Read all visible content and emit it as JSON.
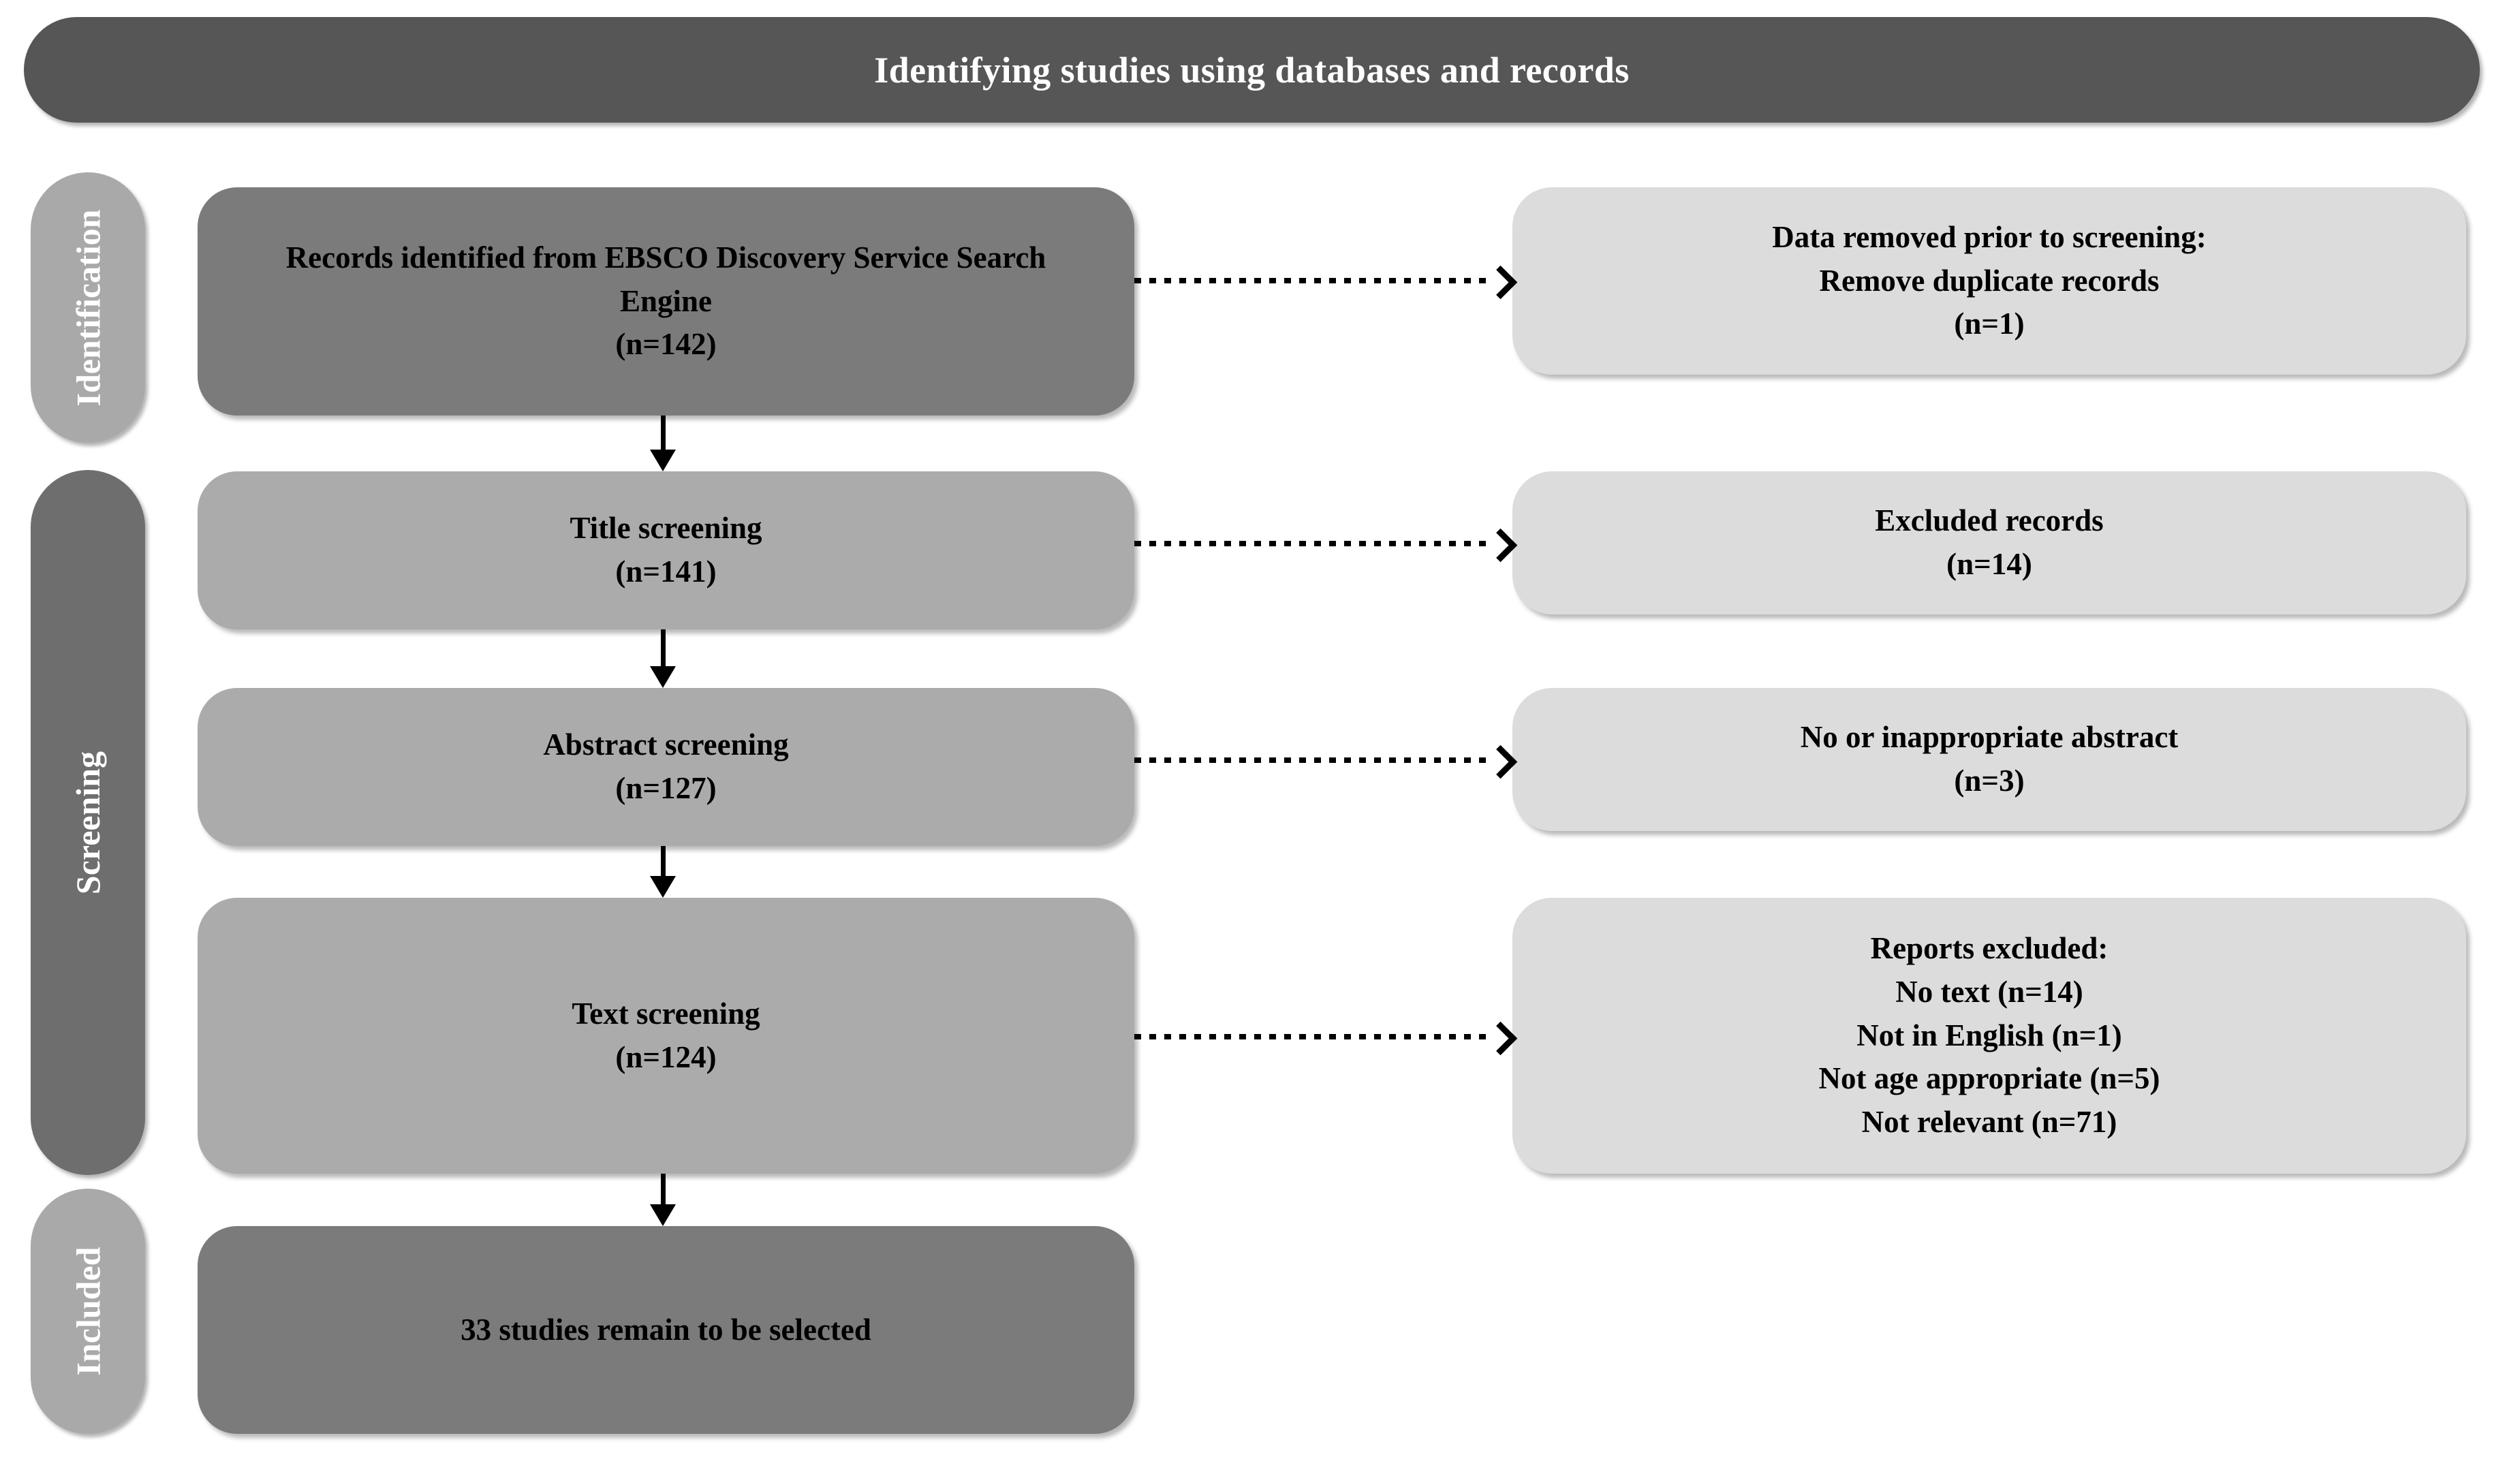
{
  "header": {
    "title": "Identifying studies using databases and records",
    "background_color": "#565656",
    "text_color": "#ffffff"
  },
  "stages": [
    {
      "id": "identification",
      "label": "Identification",
      "color": "#a9a9a9"
    },
    {
      "id": "screening",
      "label": "Screening",
      "color": "#6e6e6e"
    },
    {
      "id": "included",
      "label": "Included",
      "color": "#a9a9a9"
    }
  ],
  "flow": {
    "left_column": [
      {
        "id": "records-identified",
        "color": "#7b7b7b",
        "lines": [
          "Records identified from EBSCO Discovery Service Search",
          "Engine",
          "(n=142)"
        ]
      },
      {
        "id": "title-screening",
        "color": "#ababab",
        "lines": [
          "Title screening",
          "(n=141)"
        ]
      },
      {
        "id": "abstract-screening",
        "color": "#ababab",
        "lines": [
          "Abstract screening",
          "(n=127)"
        ]
      },
      {
        "id": "text-screening",
        "color": "#ababab",
        "lines": [
          "Text screening",
          "(n=124)"
        ]
      },
      {
        "id": "studies-included",
        "color": "#7b7b7b",
        "lines": [
          "33 studies remain to be selected"
        ]
      }
    ],
    "right_column": [
      {
        "id": "data-removed",
        "color": "#dcdcdc",
        "lines": [
          "Data removed prior to screening:",
          "Remove duplicate records",
          "(n=1)"
        ]
      },
      {
        "id": "excluded-records",
        "color": "#dcdcdc",
        "lines": [
          "Excluded records",
          "(n=14)"
        ]
      },
      {
        "id": "no-or-inappropriate-abstract",
        "color": "#dcdcdc",
        "lines": [
          "No or inappropriate abstract",
          "(n=3)"
        ]
      },
      {
        "id": "reports-excluded",
        "color": "#dcdcdc",
        "lines": [
          "Reports excluded:",
          "No text (n=14)",
          "Not in English (n=1)",
          "Not age appropriate (n=5)",
          "Not relevant (n=71)"
        ]
      }
    ]
  },
  "counts": {
    "records_identified": 142,
    "duplicates_removed": 1,
    "title_screening": 141,
    "title_excluded": 14,
    "abstract_screening": 127,
    "abstract_excluded": 3,
    "text_screening": 124,
    "reports_excluded_no_text": 14,
    "reports_excluded_not_in_english": 1,
    "reports_excluded_not_age_appropriate": 5,
    "reports_excluded_not_relevant": 71,
    "studies_remaining": 33
  },
  "connectors": {
    "vertical_style": "solid-arrow",
    "horizontal_style": "dotted-chevron"
  }
}
